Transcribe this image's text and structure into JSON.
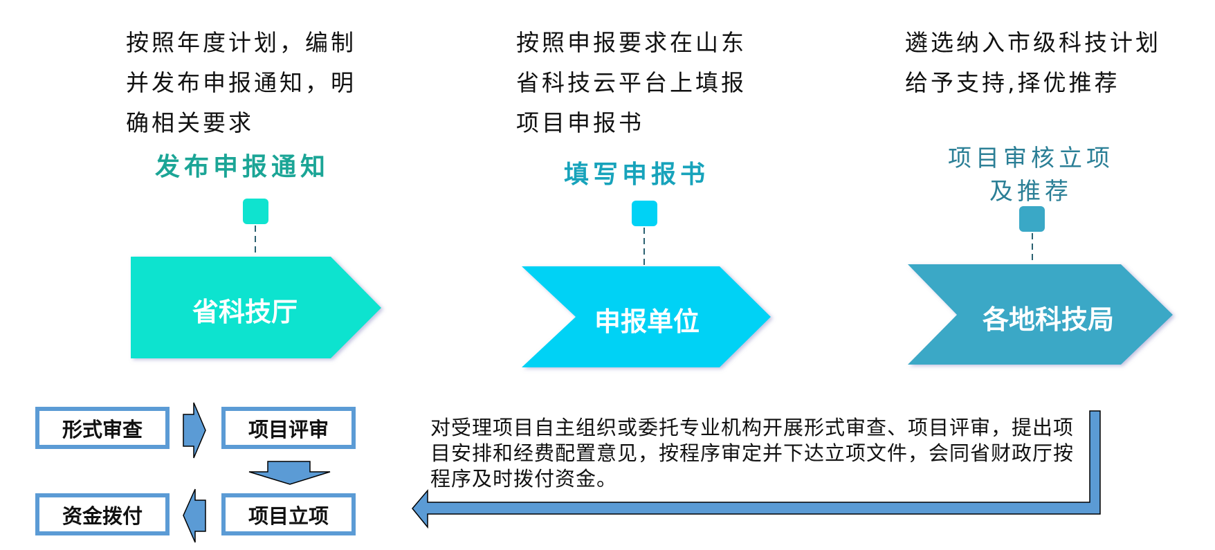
{
  "steps": [
    {
      "description": "按照年度计划，编制并发布申报通知，明确相关要求",
      "title": "发布申报通知",
      "actor": "省科技厅",
      "color": "#0fe3cf",
      "title_color": "#1ba596"
    },
    {
      "description": "按照申报要求在山东省科技云平台上填报项目申报书",
      "title": "填写申报书",
      "actor": "申报单位",
      "color": "#00d2f5",
      "title_color": "#17a3bb"
    },
    {
      "description": "遴选纳入市级科技计划给予支持,择优推荐",
      "title": "项目审核立项及推荐",
      "actor": "各地科技局",
      "color": "#3aa8c6",
      "title_color": "#2b7f96"
    }
  ],
  "process": {
    "boxes": [
      "形式审查",
      "项目评审",
      "项目立项",
      "资金拨付"
    ],
    "note": "对受理项目自主组织或委托专业机构开展形式审查、项目评审，提出项目安排和经费配置意见，按程序审定并下达立项文件，会同省财政厅按程序及时拨付资金。",
    "border_color": "#5b9bd5",
    "arrow_color": "#5b9bd5"
  }
}
